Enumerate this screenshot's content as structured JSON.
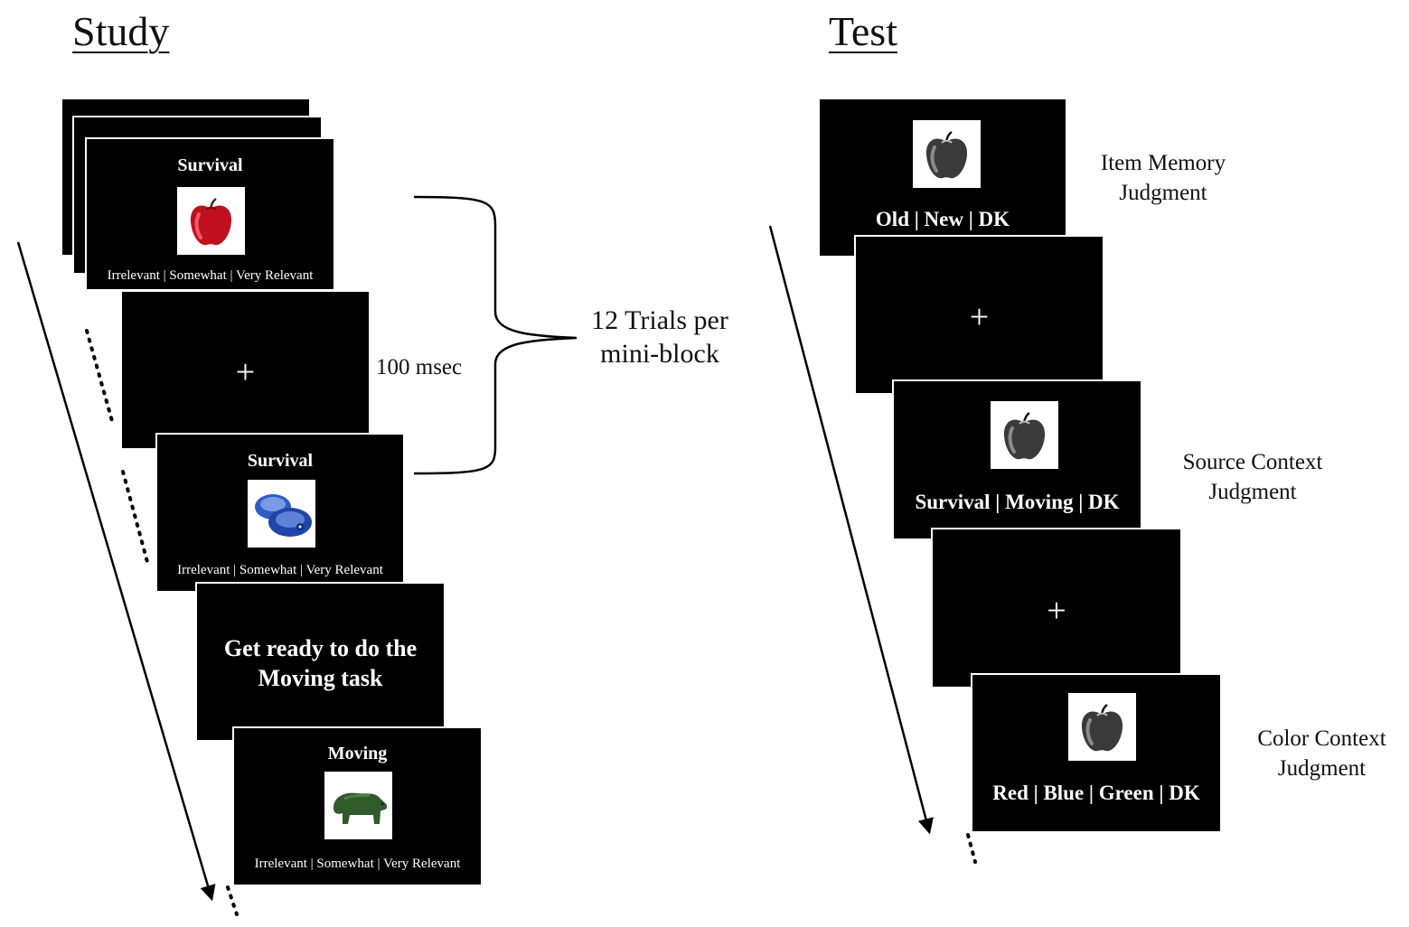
{
  "study": {
    "heading": "Study",
    "trial1": {
      "cue": "Survival",
      "image": "red-apple",
      "scale": "Irrelevant | Somewhat | Very Relevant"
    },
    "fixation1": {
      "symbol": "+",
      "duration": "100 msec"
    },
    "trial2": {
      "cue": "Survival",
      "image": "blue-mushroom",
      "scale": "Irrelevant | Somewhat | Very Relevant"
    },
    "instruction": {
      "line1": "Get ready to do the",
      "line2": "Moving task"
    },
    "trial3": {
      "cue": "Moving",
      "image": "green-bear",
      "scale": "Irrelevant | Somewhat | Very Relevant"
    },
    "brace_label": {
      "line1": "12 Trials per",
      "line2": "mini-block"
    }
  },
  "test": {
    "heading": "Test",
    "item_memory": {
      "image": "gray-apple",
      "response": "Old | New | DK",
      "label_line1": "Item Memory",
      "label_line2": "Judgment"
    },
    "fixation1": {
      "symbol": "+"
    },
    "source_context": {
      "image": "gray-apple",
      "response": "Survival | Moving | DK",
      "label_line1": "Source Context",
      "label_line2": "Judgment"
    },
    "fixation2": {
      "symbol": "+"
    },
    "color_context": {
      "image": "gray-apple",
      "response": "Red | Blue | Green | DK",
      "label_line1": "Color Context",
      "label_line2": "Judgment"
    }
  },
  "colors": {
    "screen": "#000000",
    "apple_red": "#c0101e",
    "mushroom_blue": "#2e5cc8",
    "bear_green": "#2f5a2a",
    "apple_gray": "#3a3a3a"
  }
}
